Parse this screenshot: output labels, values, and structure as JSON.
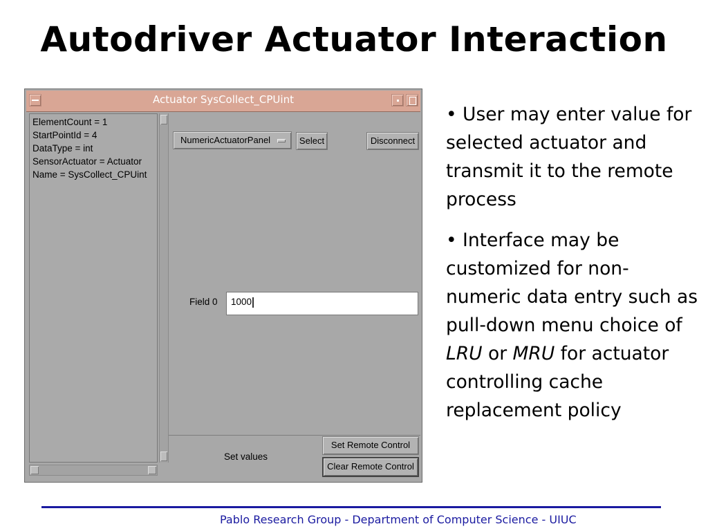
{
  "slide": {
    "title": "Autodriver Actuator Interaction",
    "footer": "Pablo Research Group - Department of Computer Science - UIUC"
  },
  "window": {
    "title": "Actuator SysCollect_CPUint",
    "info_lines": [
      "ElementCount = 1",
      "StartPointId = 4",
      "DataType = int",
      "SensorActuator = Actuator",
      "Name = SysCollect_CPUint"
    ],
    "panel_select": "NumericActuatorPanel",
    "select_label": "Select",
    "disconnect_label": "Disconnect",
    "field_label": "Field 0",
    "field_value": "1000",
    "status_text": "Set values",
    "set_remote_label": "Set Remote Control",
    "clear_remote_label": "Clear Remote Control"
  },
  "bullets": [
    {
      "text": "• User may enter value for selected actuator and transmit it to the remote process"
    },
    {
      "p1": "• Interface may be customized for non-numeric data entry such as pull-down menu choice of ",
      "em1": "LRU",
      "p2": " or ",
      "em2": "MRU",
      "p3": " for actuator controlling cache replacement policy"
    }
  ],
  "colors": {
    "titlebar": "#d9a695",
    "window_bg": "#a8a8a8",
    "footer": "#1a1aa0"
  }
}
